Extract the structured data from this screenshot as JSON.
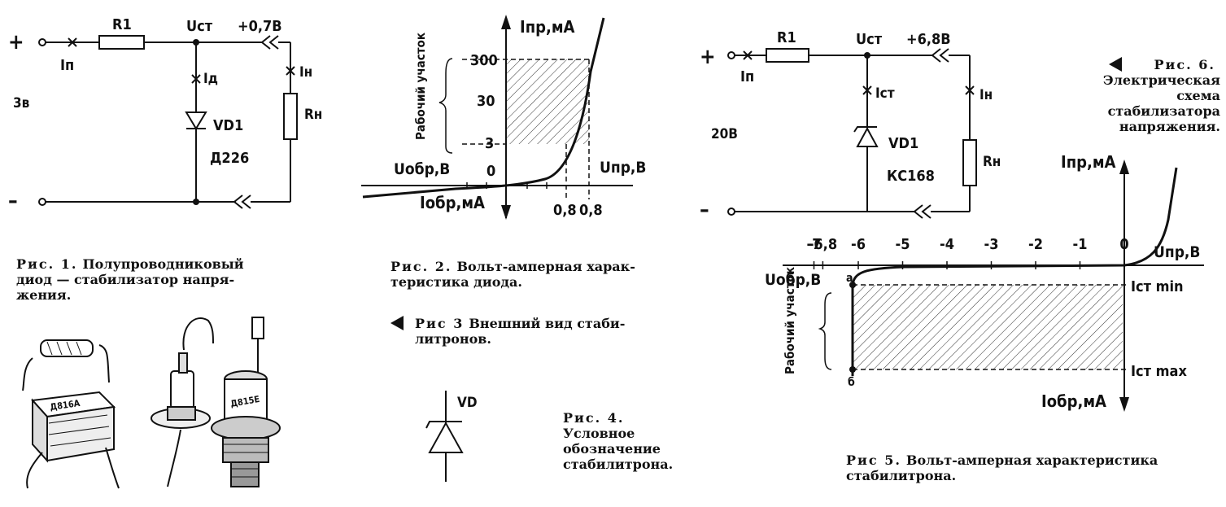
{
  "fig1": {
    "plus": "+",
    "minus": "–",
    "resistor": "R1",
    "node": "Uст",
    "voltage": "+0,7В",
    "supply_current": "Iп",
    "supply_voltage": "3в",
    "diode_current": "Iд",
    "diode_name": "VD1",
    "diode_type": "Д226",
    "load_current": "Iн",
    "load": "Rн",
    "caption_label": "Рис. 1.",
    "caption_lines": [
      "Полупроводниковый",
      "диод — стабилизатор напря-",
      "жения."
    ]
  },
  "fig2": {
    "y_pos_label": "Iпр,мА",
    "y_neg_label": "Iобр,мА",
    "x_pos_label": "Uпр,В",
    "x_neg_label": "Uобр,В",
    "region_label": "Рабочий участок",
    "y_ticks": [
      "300",
      "30",
      "3",
      "0"
    ],
    "x_ticks": [
      "0,8",
      "0,8"
    ],
    "caption_label": "Рис. 2.",
    "caption_lines": [
      "Вольт-амперная харак-",
      "теристика диода."
    ]
  },
  "fig3": {
    "caption_label": "Рис 3",
    "caption_lines": [
      "Внешний вид стаби-",
      "литронов."
    ],
    "device_marks": [
      "Д816А",
      "Д815Е"
    ]
  },
  "fig4": {
    "symbol_label": "VD",
    "caption_label": "Рис. 4.",
    "caption_lines": [
      "Условное",
      "обозначение",
      "стабилитрона."
    ]
  },
  "fig5": {
    "y_pos_label": "Iпр,мА",
    "y_neg_label": "Iобр,мА",
    "x_pos_label": "Uпр,В",
    "x_neg_label": "Uобр,В",
    "x_ticks": [
      "-7",
      "-6,8",
      "-6",
      "-5",
      "-4",
      "-3",
      "-2",
      "-1",
      "0"
    ],
    "i_min": "Iст min",
    "i_max": "Iст max",
    "region_label": "Рабочий участок",
    "point_a": "а",
    "point_b": "б",
    "caption_label": "Рис 5.",
    "caption_lines": [
      "Вольт-амперная характеристика",
      "стабилитрона."
    ]
  },
  "fig6": {
    "plus": "+",
    "minus": "–",
    "resistor": "R1",
    "node": "Uст",
    "voltage": "+6,8В",
    "supply_current": "Iп",
    "supply_voltage": "20В",
    "zener_current": "Iст",
    "zener_name": "VD1",
    "zener_type": "КС168",
    "load_current": "Iн",
    "load": "Rн",
    "caption_label": "Рис. 6.",
    "caption_lines": [
      "Электрическая",
      "схема",
      "стабилизатора",
      "напряжения."
    ]
  }
}
